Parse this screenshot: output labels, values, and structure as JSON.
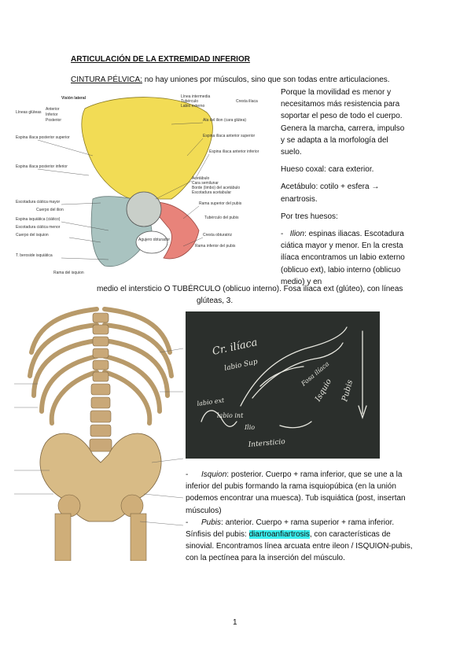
{
  "title": "ARTICULACIÓN DE LA EXTREMIDAD INFERIOR",
  "cintura": {
    "label": "CINTURA PÉLVICA:",
    "text": " no hay uniones por músculos, sino que son todas entre articulaciones."
  },
  "right_paragraphs": [
    "Porque la movilidad es menor y necesitamos más resistencia para soportar el peso de todo el cuerpo. Genera la marcha, carrera, impulso y se adapta a la morfología del suelo.",
    "Hueso coxal:  cara exterior.",
    "Acetábulo: cotilo + esfera → enartrosis.",
    "Por tres huesos:"
  ],
  "ilion": {
    "bullet": "-",
    "name": "Ilion",
    "text": ": espinas iliacas. Escotadura ciática mayor y menor. En la cresta ilíaca encontramos un labio externo (oblicuo ext), labio interno (oblicuo medio) y en",
    "continued": "medio el intersticio O TUBÉRCULO (oblicuo interno). Fosa iliaca ext (glúteo), con líneas",
    "continued2": "glúteas, 3."
  },
  "isquion": {
    "bullet": "-",
    "name": "Isquion",
    "text": ": posterior. Cuerpo + rama inferior, que se une a la inferior del pubis formando la rama isquiopúbica (en la unión podemos encontrar una muesca). Tub isquiática (post, insertan músculos)"
  },
  "pubis": {
    "bullet": "-",
    "name": "Pubis",
    "text_before": ": anterior. Cuerpo + rama superior + rama inferior. Sínfisis del pubis: ",
    "highlight": "diartroanfiartrosis",
    "text_after": ", con características de sinovial. Encontramos línea arcuata entre ileon / ISQUION-pubis, con la pectínea para la inserción del músculo."
  },
  "page_number": "1",
  "figure1": {
    "heading": "Visión lateral",
    "labels_left": [
      "Líneas glúteas",
      "Anterior",
      "Inferior",
      "Posterior",
      "Espina ilíaca posterior superior",
      "Espina ilíaca posterior inferior",
      "Escotadura ciática mayor",
      "Cuerpo del ilion",
      "Espina isquiática (ciático)",
      "Escotadura ciática menor",
      "Cuerpo del isquion",
      "T. beroside isquiática",
      "Rama del isquion"
    ],
    "labels_right": [
      "Línea intermedia",
      "Tubérculo",
      "Labio externo",
      "Cresta ilíaca",
      "Ala del ilion (cara glútea)",
      "Espina ilíaca anterior superior",
      "Espina ilíaca anterior inferior",
      "Acetábulo",
      "Cara semilunar",
      "Borde (limbo) del acetábulo",
      "Escotadura acetabular",
      "Rama superior del pubis",
      "Tubérculo del pubis",
      "Cresta obturatriz",
      "Agujero obturador",
      "Rama inferior del pubis"
    ],
    "colors": {
      "ilium": "#f2dc55",
      "ischium": "#a9c3c0",
      "pubis": "#e8837a"
    }
  },
  "figure3": {
    "chalk_texts": [
      "Cr. ilíaca",
      "labio Sup",
      "labio ext",
      "labio int",
      "Intersticio",
      "Ilio",
      "Isquio",
      "Pubis",
      "Fosa ilíaca"
    ]
  }
}
